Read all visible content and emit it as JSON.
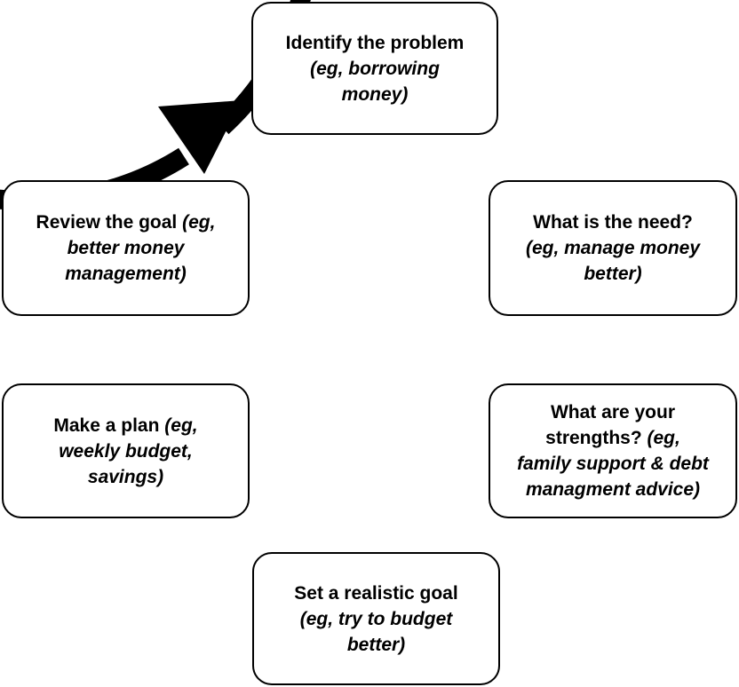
{
  "diagram": {
    "steps": [
      {
        "id": "identify",
        "lines": [
          {
            "parts": [
              {
                "text": "Identify the problem",
                "italic": false
              }
            ]
          },
          {
            "parts": [
              {
                "text": "(eg, borrowing",
                "italic": true
              }
            ]
          },
          {
            "parts": [
              {
                "text": "money)",
                "italic": true
              }
            ]
          }
        ]
      },
      {
        "id": "need",
        "lines": [
          {
            "parts": [
              {
                "text": "What is the need?",
                "italic": false
              }
            ]
          },
          {
            "parts": [
              {
                "text": "(eg, manage  money",
                "italic": true
              }
            ]
          },
          {
            "parts": [
              {
                "text": "better)",
                "italic": true
              }
            ]
          }
        ]
      },
      {
        "id": "strengths",
        "lines": [
          {
            "parts": [
              {
                "text": "What are your",
                "italic": false
              }
            ]
          },
          {
            "parts": [
              {
                "text": "strengths? ",
                "italic": false
              },
              {
                "text": "(eg,",
                "italic": true
              }
            ]
          },
          {
            "parts": [
              {
                "text": "family support & debt",
                "italic": true
              }
            ]
          },
          {
            "parts": [
              {
                "text": "managment advice)",
                "italic": true
              }
            ]
          }
        ]
      },
      {
        "id": "goal",
        "lines": [
          {
            "parts": [
              {
                "text": "Set a realistic goal",
                "italic": false
              }
            ]
          },
          {
            "parts": [
              {
                "text": "(eg, try to budget",
                "italic": true
              }
            ]
          },
          {
            "parts": [
              {
                "text": "better)",
                "italic": true
              }
            ]
          }
        ]
      },
      {
        "id": "plan",
        "lines": [
          {
            "parts": [
              {
                "text": "Make a plan ",
                "italic": false
              },
              {
                "text": "(eg,",
                "italic": true
              }
            ]
          },
          {
            "parts": [
              {
                "text": "weekly budget,",
                "italic": true
              }
            ]
          },
          {
            "parts": [
              {
                "text": "savings)",
                "italic": true
              }
            ]
          }
        ]
      },
      {
        "id": "review",
        "lines": [
          {
            "parts": [
              {
                "text": "Review the goal ",
                "italic": false
              },
              {
                "text": "(eg,",
                "italic": true
              }
            ]
          },
          {
            "parts": [
              {
                "text": "better money",
                "italic": true
              }
            ]
          },
          {
            "parts": [
              {
                "text": "management)",
                "italic": true
              }
            ]
          }
        ]
      }
    ],
    "colors": {
      "ring": "#000000",
      "box_border": "#000000",
      "box_fill": "#ffffff",
      "text": "#000000"
    }
  }
}
